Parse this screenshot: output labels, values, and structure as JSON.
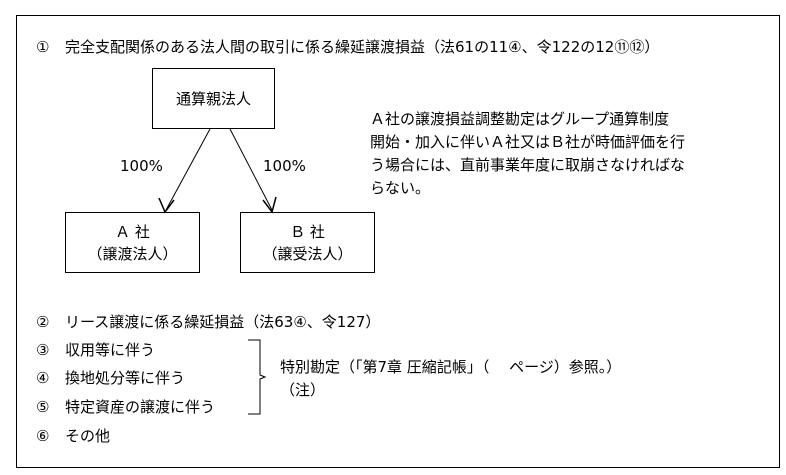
{
  "heading": {
    "num": "①",
    "text": "完全支配関係のある法人間の取引に係る繰延譲渡損益（法61の11④、令122の12⑪⑫）"
  },
  "diagram": {
    "parent": "通算親法人",
    "left_pct": "100%",
    "right_pct": "100%",
    "company_a": {
      "name": "Ａ 社",
      "role": "（譲渡法人）"
    },
    "company_b": {
      "name": "Ｂ 社",
      "role": "（譲受法人）"
    },
    "note_lines": [
      "Ａ社の譲渡損益調整勘定はグループ通算制度",
      "開始・加入に伴いＡ社又はＢ社が時価評価を行",
      "う場合には、直前事業年度に取崩さなければな",
      "らない。"
    ]
  },
  "items": [
    {
      "num": "②",
      "text": "リース譲渡に係る繰延損益（法63④、令127）"
    },
    {
      "num": "③",
      "text": "収用等に伴う"
    },
    {
      "num": "④",
      "text": "換地処分等に伴う"
    },
    {
      "num": "⑤",
      "text": "特定資産の譲渡に伴う"
    },
    {
      "num": "⑥",
      "text": "その他"
    }
  ],
  "bracket_note": {
    "line1": "特別勘定（「第7章 圧縮記帳」（　 ページ）参照。）",
    "line2": "（注）"
  }
}
